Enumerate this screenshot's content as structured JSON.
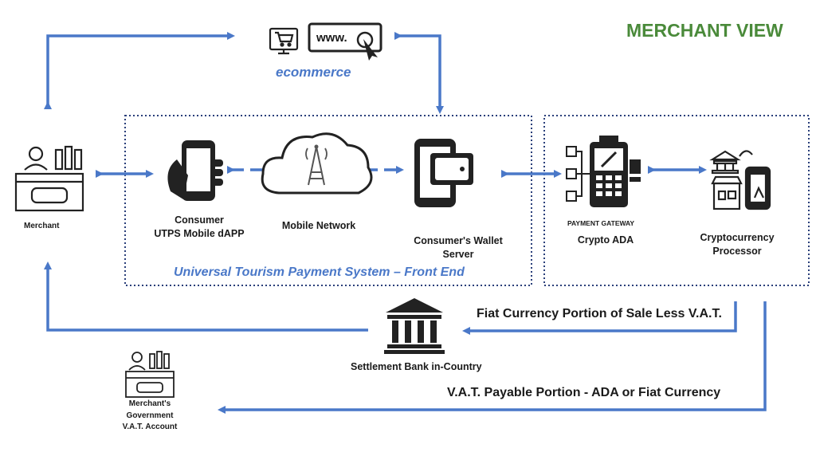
{
  "title": "MERCHANT VIEW",
  "colors": {
    "arrow": "#4a78c8",
    "title": "#4a8a3a",
    "label_blue": "#4a78c8",
    "box_border": "#2a3f7a"
  },
  "nodes": {
    "ecommerce": {
      "label": "ecommerce",
      "www_text": "www.",
      "icon": "ecommerce-cart-monitor-icon"
    },
    "merchant": {
      "label": "Merchant",
      "icon": "merchant-shop-icon"
    },
    "consumer": {
      "label_line1": "Consumer",
      "label_line2": "UTPS Mobile dAPP",
      "icon": "hand-smartphone-icon"
    },
    "mobile_network": {
      "label": "Mobile Network",
      "icon": "cloud-tower-icon"
    },
    "wallet_server": {
      "label_line1": "Consumer's Wallet",
      "label_line2": "Server",
      "icon": "phone-wallet-icon"
    },
    "payment_gateway": {
      "caption": "PAYMENT GATEWAY",
      "label": "Crypto ADA",
      "icon": "payment-terminal-icon"
    },
    "crypto_processor": {
      "label_line1": "Cryptocurrency",
      "label_line2": "Processor",
      "icon": "bank-shop-phone-icon"
    },
    "settlement_bank": {
      "label": "Settlement Bank in-Country",
      "icon": "bank-building-icon"
    },
    "gov_account": {
      "label_line1": "Merchant's",
      "label_line2": "Government",
      "label_line3": "V.A.T. Account",
      "icon": "merchant-shop-small-icon"
    }
  },
  "groups": {
    "front_end": {
      "label": "Universal Tourism Payment System – Front End"
    },
    "back_end": {
      "label": ""
    }
  },
  "flows": {
    "fiat": {
      "label": "Fiat Currency Portion of Sale Less V.A.T."
    },
    "vat": {
      "label": "V.A.T. Payable Portion - ADA or Fiat Currency"
    }
  }
}
